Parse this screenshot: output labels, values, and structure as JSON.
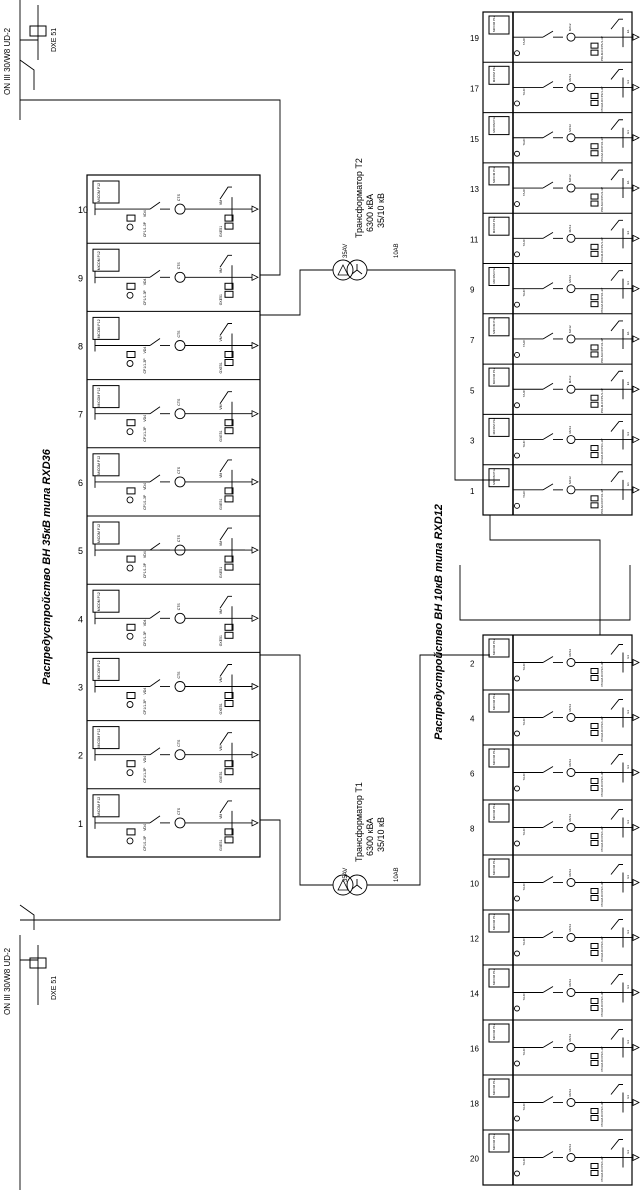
{
  "titles": {
    "rxd36": "Распредустройство ВН 35кВ типа RXD36",
    "rxd12": "Распредустройство ВН 10кВ типа RXD12"
  },
  "transformers": [
    {
      "id": "T1",
      "name": "Трансформатор Т1",
      "power": "6300 кВА",
      "ratio": "35/10 кВ",
      "hv": "35AV",
      "lv": "10AB"
    },
    {
      "id": "T2",
      "name": "Трансформатор Т2",
      "power": "6300 кВА",
      "ratio": "35/10 кВ",
      "hv": "35AV",
      "lv": "10AB"
    }
  ],
  "incomers": {
    "top": {
      "line": "ON III 30/W8 UD-2",
      "arrester": "DXE 51"
    },
    "bottom": {
      "line": "ON III 30/W8 UD-2",
      "arrester": "DXE 51"
    }
  },
  "rxd36_cells": [
    "1",
    "2",
    "3",
    "4",
    "5",
    "6",
    "7",
    "8",
    "9",
    "10"
  ],
  "rxd12_top_cells": [
    "19",
    "17",
    "15",
    "13",
    "11",
    "9",
    "7",
    "5",
    "3",
    "1"
  ],
  "rxd12_bottom_cells": [
    "2",
    "4",
    "6",
    "8",
    "10",
    "12",
    "14",
    "16",
    "18",
    "20"
  ],
  "device_labels": {
    "relay": "MiCOM P12",
    "relay_alt": "MiCOM P13",
    "vd4": "VD4",
    "vm": "VM",
    "ct36": "CTS",
    "vt": "VTS",
    "cpt": "CP1/1-3P",
    "sensor": "GXE51",
    "vr": "VR",
    "tajc": "TAJC",
    "mvt": "MZ12",
    "pom": "POLM-D",
    "e": "E1",
    "fuse": "NAF",
    "fuse_mv": "MBF E"
  }
}
